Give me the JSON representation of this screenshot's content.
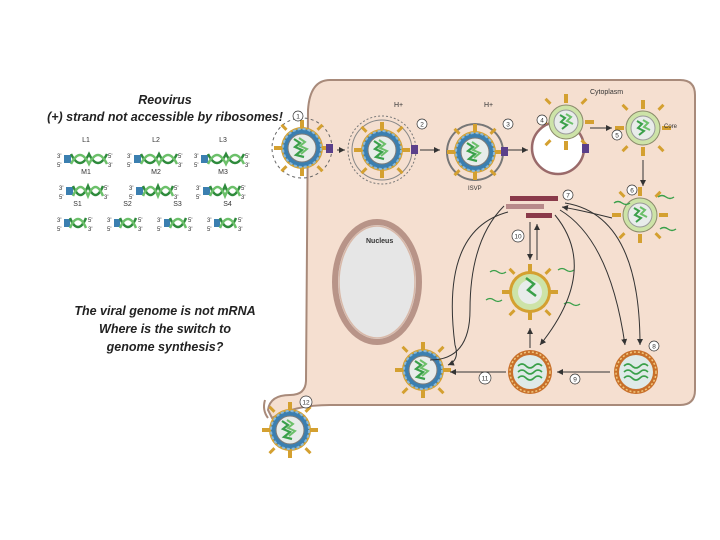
{
  "title": {
    "line1": "Reovirus",
    "line2": "(+) strand not accessible by ribosomes!"
  },
  "question": {
    "line1": "The viral genome is not mRNA",
    "line2": "Where is the switch to",
    "line3": "genome synthesis?"
  },
  "segments": {
    "large": [
      "L1",
      "L2",
      "L3"
    ],
    "medium": [
      "M1",
      "M2",
      "M3"
    ],
    "small": [
      "S1",
      "S2",
      "S3",
      "S4"
    ],
    "end5": "5'",
    "end3": "3'"
  },
  "cell": {
    "cytoplasm": "Cytoplasm",
    "nucleus": "Nucleus",
    "core": "Core",
    "isvp": "ISVP",
    "proton": "H+"
  },
  "steps": [
    "1",
    "2",
    "3",
    "4",
    "5",
    "6",
    "7",
    "8",
    "9",
    "10",
    "11",
    "12"
  ],
  "colors": {
    "cytoplasm_fill": "#f5dfd0",
    "cell_outline": "#a88a7a",
    "nucleus_fill": "#e6e6e6",
    "nucleus_border": "#b89488",
    "rna_green": "#3aa04a",
    "capsid_blue": "#3b7fb0",
    "spike_gold": "#d4a030",
    "mrna_bar": "#8a3a4a",
    "receptor_purple": "#5a3f8a",
    "arrow": "#333333"
  }
}
